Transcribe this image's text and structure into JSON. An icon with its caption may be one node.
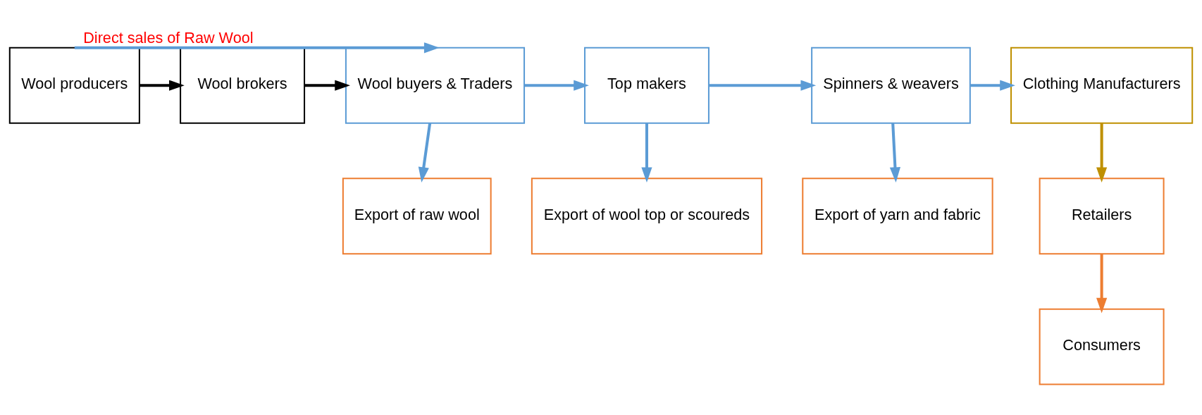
{
  "diagram": {
    "nodes": [
      {
        "text": [
          "Wool producers"
        ]
      },
      {
        "text": [
          "Wool brokers"
        ]
      },
      {
        "text": [
          "Wool buyers & Traders"
        ]
      },
      {
        "text": [
          "Top makers"
        ]
      },
      {
        "text": [
          "Spinners & weavers"
        ]
      },
      {
        "text": [
          "Clothing Manufacturers"
        ]
      },
      {
        "text": [
          "Retailers"
        ]
      },
      {
        "text": [
          "Consumers"
        ]
      },
      {
        "text": [
          "Export of raw wool"
        ]
      },
      {
        "text": [
          "Export of wool top or scoureds"
        ]
      },
      {
        "text": [
          "Export of yarn and fabric"
        ]
      }
    ],
    "edges": [
      {
        "from": 0,
        "to": 1,
        "arrow": "to",
        "color": "#000000"
      },
      {
        "from": 1,
        "to": 2,
        "arrow": "to",
        "color": "#000000"
      },
      {
        "from": 2,
        "to": 3,
        "arrow": "to"
      },
      {
        "from": 3,
        "to": 4,
        "arrow": "to"
      },
      {
        "from": 4,
        "to": 5,
        "arrow": "to"
      },
      {
        "from": 5,
        "to": 6,
        "arrow": "to",
        "color": "#bf9000"
      },
      {
        "from": 6,
        "to": 7,
        "arrow": "to",
        "color": "#ed7d31"
      },
      {
        "from": 0,
        "to": 2,
        "arrow": "to",
        "label": "Direct sales of Raw Wool"
      },
      {
        "from": 2,
        "to": 8,
        "arrow": "to"
      },
      {
        "from": 3,
        "to": 9,
        "arrow": "to"
      },
      {
        "from": 4,
        "to": 10,
        "arrow": "to"
      }
    ]
  }
}
